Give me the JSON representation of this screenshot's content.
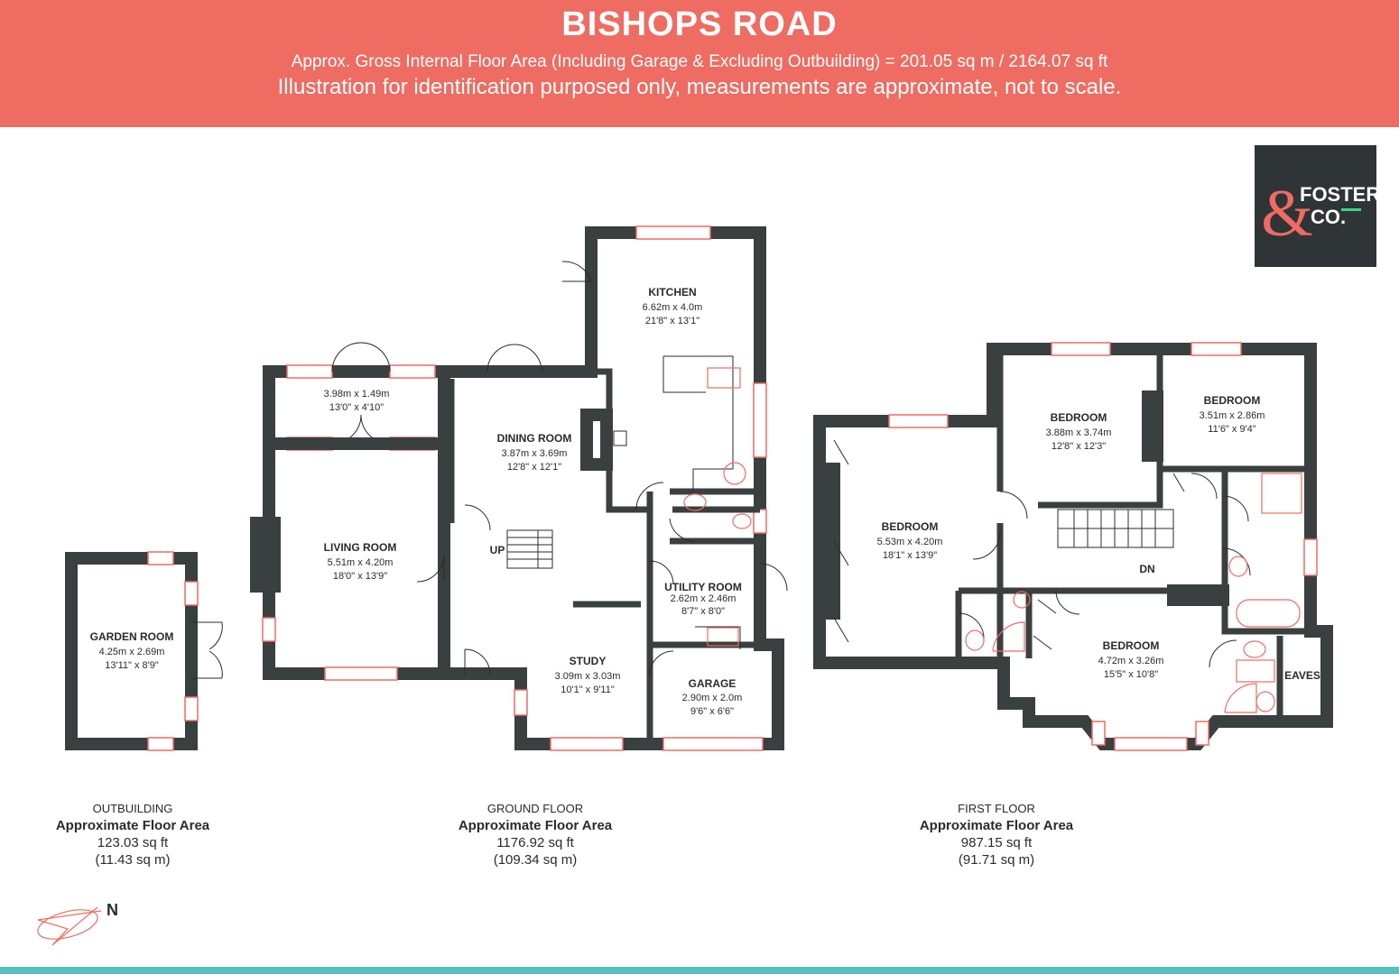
{
  "header": {
    "title": "BISHOPS ROAD",
    "subtitle_area": "Approx. Gross Internal Floor Area (Including Garage & Excluding Outbuilding) = 201.05 sq m / 2164.07 sq ft",
    "subtitle_note": "Illustration for identification purposed only, measurements are approximate, not to scale."
  },
  "logo": {
    "line1": "FOSTER",
    "line2": "CO.",
    "symbol": "&"
  },
  "colors": {
    "header_bg": "#ee6c62",
    "wall": "#3a3f40",
    "window": "#ee6c62",
    "logo_bg": "#2f3436",
    "logo_accent": "#3fd28e",
    "footer_bar": "#5bbfbb"
  },
  "rooms": {
    "garden_room": {
      "name": "GARDEN ROOM",
      "metric": "4.25m x 2.69m",
      "imperial": "13'11\" x 8'9\""
    },
    "conservatory": {
      "metric": "3.98m x 1.49m",
      "imperial": "13'0\" x 4'10\""
    },
    "living_room": {
      "name": "LIVING ROOM",
      "metric": "5.51m x 4.20m",
      "imperial": "18'0\" x 13'9\""
    },
    "dining_room": {
      "name": "DINING ROOM",
      "metric": "3.87m x 3.69m",
      "imperial": "12'8\" x 12'1\""
    },
    "kitchen": {
      "name": "KITCHEN",
      "metric": "6.62m x 4.0m",
      "imperial": "21'8\" x 13'1\""
    },
    "utility_room": {
      "name": "UTILITY ROOM",
      "metric": "2.62m x 2.46m",
      "imperial": "8'7\" x 8'0\""
    },
    "study": {
      "name": "STUDY",
      "metric": "3.09m x 3.03m",
      "imperial": "10'1\" x 9'11\""
    },
    "garage": {
      "name": "GARAGE",
      "metric": "2.90m x 2.0m",
      "imperial": "9'6\" x 6'6\""
    },
    "bedroom_1": {
      "name": "BEDROOM",
      "metric": "5.53m x 4.20m",
      "imperial": "18'1\" x 13'9\""
    },
    "bedroom_2": {
      "name": "BEDROOM",
      "metric": "3.88m x 3.74m",
      "imperial": "12'8\" x 12'3\""
    },
    "bedroom_3": {
      "name": "BEDROOM",
      "metric": "3.51m x 2.86m",
      "imperial": "11'6\" x 9'4\""
    },
    "bedroom_4": {
      "name": "BEDROOM",
      "metric": "4.72m x 3.26m",
      "imperial": "15'5\" x 10'8\""
    },
    "eaves": {
      "name": "EAVES"
    },
    "stairs_up": "UP",
    "stairs_down": "DN"
  },
  "captions": [
    {
      "floor": "OUTBUILDING",
      "label": "Approximate Floor Area",
      "sqft": "123.03 sq ft",
      "sqm": "(11.43 sq m)"
    },
    {
      "floor": "GROUND FLOOR",
      "label": "Approximate Floor Area",
      "sqft": "1176.92 sq ft",
      "sqm": "(109.34 sq m)"
    },
    {
      "floor": "FIRST FLOOR",
      "label": "Approximate Floor Area",
      "sqft": "987.15 sq ft",
      "sqm": "(91.71 sq m)"
    }
  ],
  "north": {
    "label": "N",
    "icon": "compass-icon"
  }
}
